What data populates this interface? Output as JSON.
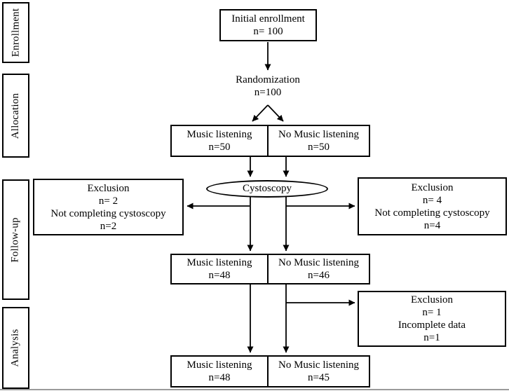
{
  "figure": {
    "background": "#ffffff",
    "line_color": "#000000",
    "bottom_rule_color": "#9b9b9b"
  },
  "stages": [
    {
      "label": "Enrollment"
    },
    {
      "label": "Allocation"
    },
    {
      "label": "Follow-up"
    },
    {
      "label": "Analysis"
    }
  ],
  "nodes": {
    "initial": {
      "line1": "Initial enrollment",
      "line2": "n= 100"
    },
    "randomization": {
      "line1": "Randomization",
      "line2": "n=100"
    },
    "alloc_music": {
      "line1": "Music listening",
      "line2": "n=50"
    },
    "alloc_nomusic": {
      "line1": "No Music listening",
      "line2": "n=50"
    },
    "cystoscopy": {
      "label": "Cystoscopy"
    },
    "excl_left": {
      "line1": "Exclusion",
      "line2": "n= 2",
      "line3": "Not completing cystoscopy",
      "line4": "n=2"
    },
    "excl_right": {
      "line1": "Exclusion",
      "line2": "n= 4",
      "line3": "Not completing cystoscopy",
      "line4": "n=4"
    },
    "follow_music": {
      "line1": "Music listening",
      "line2": "n=48"
    },
    "follow_nomusic": {
      "line1": "No Music listening",
      "line2": "n=46"
    },
    "excl_analysis": {
      "line1": "Exclusion",
      "line2": "n= 1",
      "line3": "Incomplete data",
      "line4": "n=1"
    },
    "final_music": {
      "line1": "Music listening",
      "line2": "n=48"
    },
    "final_nomusic": {
      "line1": "No Music listening",
      "line2": "n=45"
    }
  }
}
